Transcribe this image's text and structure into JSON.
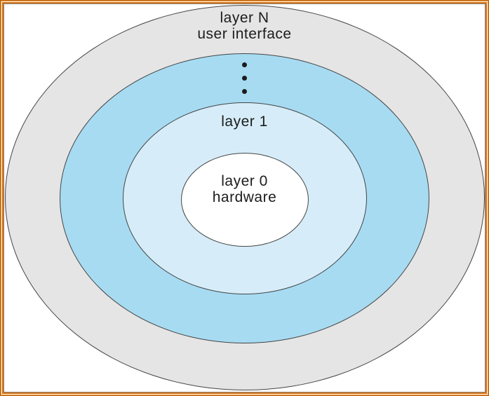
{
  "diagram": {
    "description": "Layered operating system structure diagram",
    "stroke_color": "#454545",
    "text_color": "#1c1c1c",
    "background_color": "#ffffff",
    "frame": {
      "outer_orange": "#ef9a3a",
      "inner_orange": "#d4731a",
      "gap_color": "#fdf2e0",
      "accent_line": "#8c8172"
    },
    "layers": [
      {
        "id": "outer",
        "line1": "layer N",
        "line2": "user interface",
        "fill": "#e5e5e5"
      },
      {
        "id": "middle",
        "fill": "#a7dbf2"
      },
      {
        "id": "layer1",
        "label": "layer 1",
        "fill": "#d6edf9"
      },
      {
        "id": "layer0",
        "line1": "layer 0",
        "line2": "hardware",
        "fill": "#ffffff"
      }
    ],
    "ellipsis": {
      "dot_count": 3,
      "dot_color": "#1c1c1c"
    }
  }
}
